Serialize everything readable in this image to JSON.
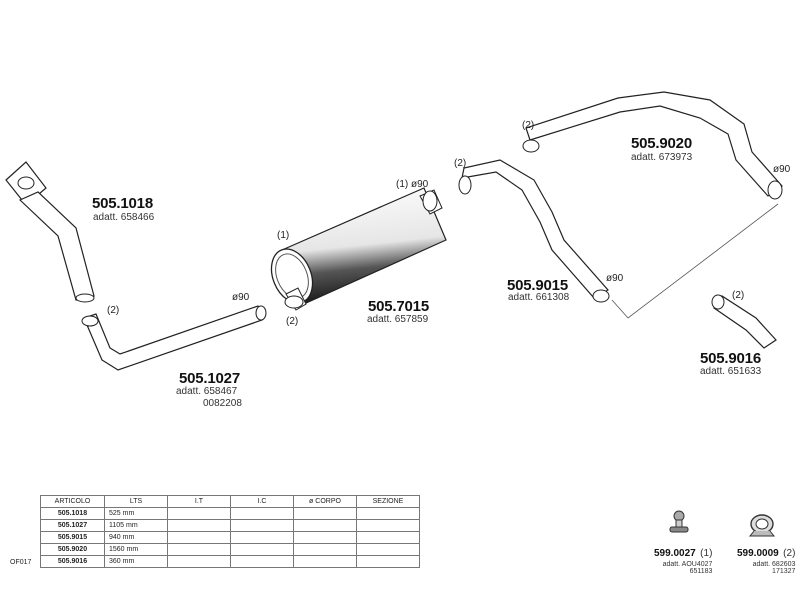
{
  "parts": {
    "p1018": {
      "code": "505.1018",
      "ref": "adatt. 658466"
    },
    "p1027": {
      "code": "505.1027",
      "ref": "adatt. 658467",
      "ref2": "0082208",
      "diam": "ø90",
      "note": "(2)"
    },
    "p7015": {
      "code": "505.7015",
      "ref": "adatt. 657859",
      "diam": "(1) ø90",
      "note_top": "(1)",
      "note_bottom": "(2)"
    },
    "p9015": {
      "code": "505.9015",
      "ref": "adatt. 661308",
      "diam": "ø90",
      "note": "(2)"
    },
    "p9020": {
      "code": "505.9020",
      "ref": "adatt. 673973",
      "diam": "ø90",
      "note": "(2)"
    },
    "p9016": {
      "code": "505.9016",
      "ref": "adatt. 651633",
      "note": "(2)"
    }
  },
  "table": {
    "headers": [
      "ARTICOLO",
      "LTS",
      "I.T",
      "I.C",
      "ø CORPO",
      "SEZIONE"
    ],
    "rows": [
      {
        "code": "505.1018",
        "lts": "525 mm"
      },
      {
        "code": "505.1027",
        "lts": "1105 mm"
      },
      {
        "code": "505.9015",
        "lts": "940 mm"
      },
      {
        "code": "505.9020",
        "lts": "1560 mm"
      },
      {
        "code": "505.9016",
        "lts": "360 mm"
      }
    ],
    "ref_code": "OF017"
  },
  "accessories": [
    {
      "code": "599.0027",
      "qty": "(1)",
      "ref1": "adatt. AOU4027",
      "ref2": "651183"
    },
    {
      "code": "599.0009",
      "qty": "(2)",
      "ref1": "adatt. 682603",
      "ref2": "171327"
    }
  ]
}
